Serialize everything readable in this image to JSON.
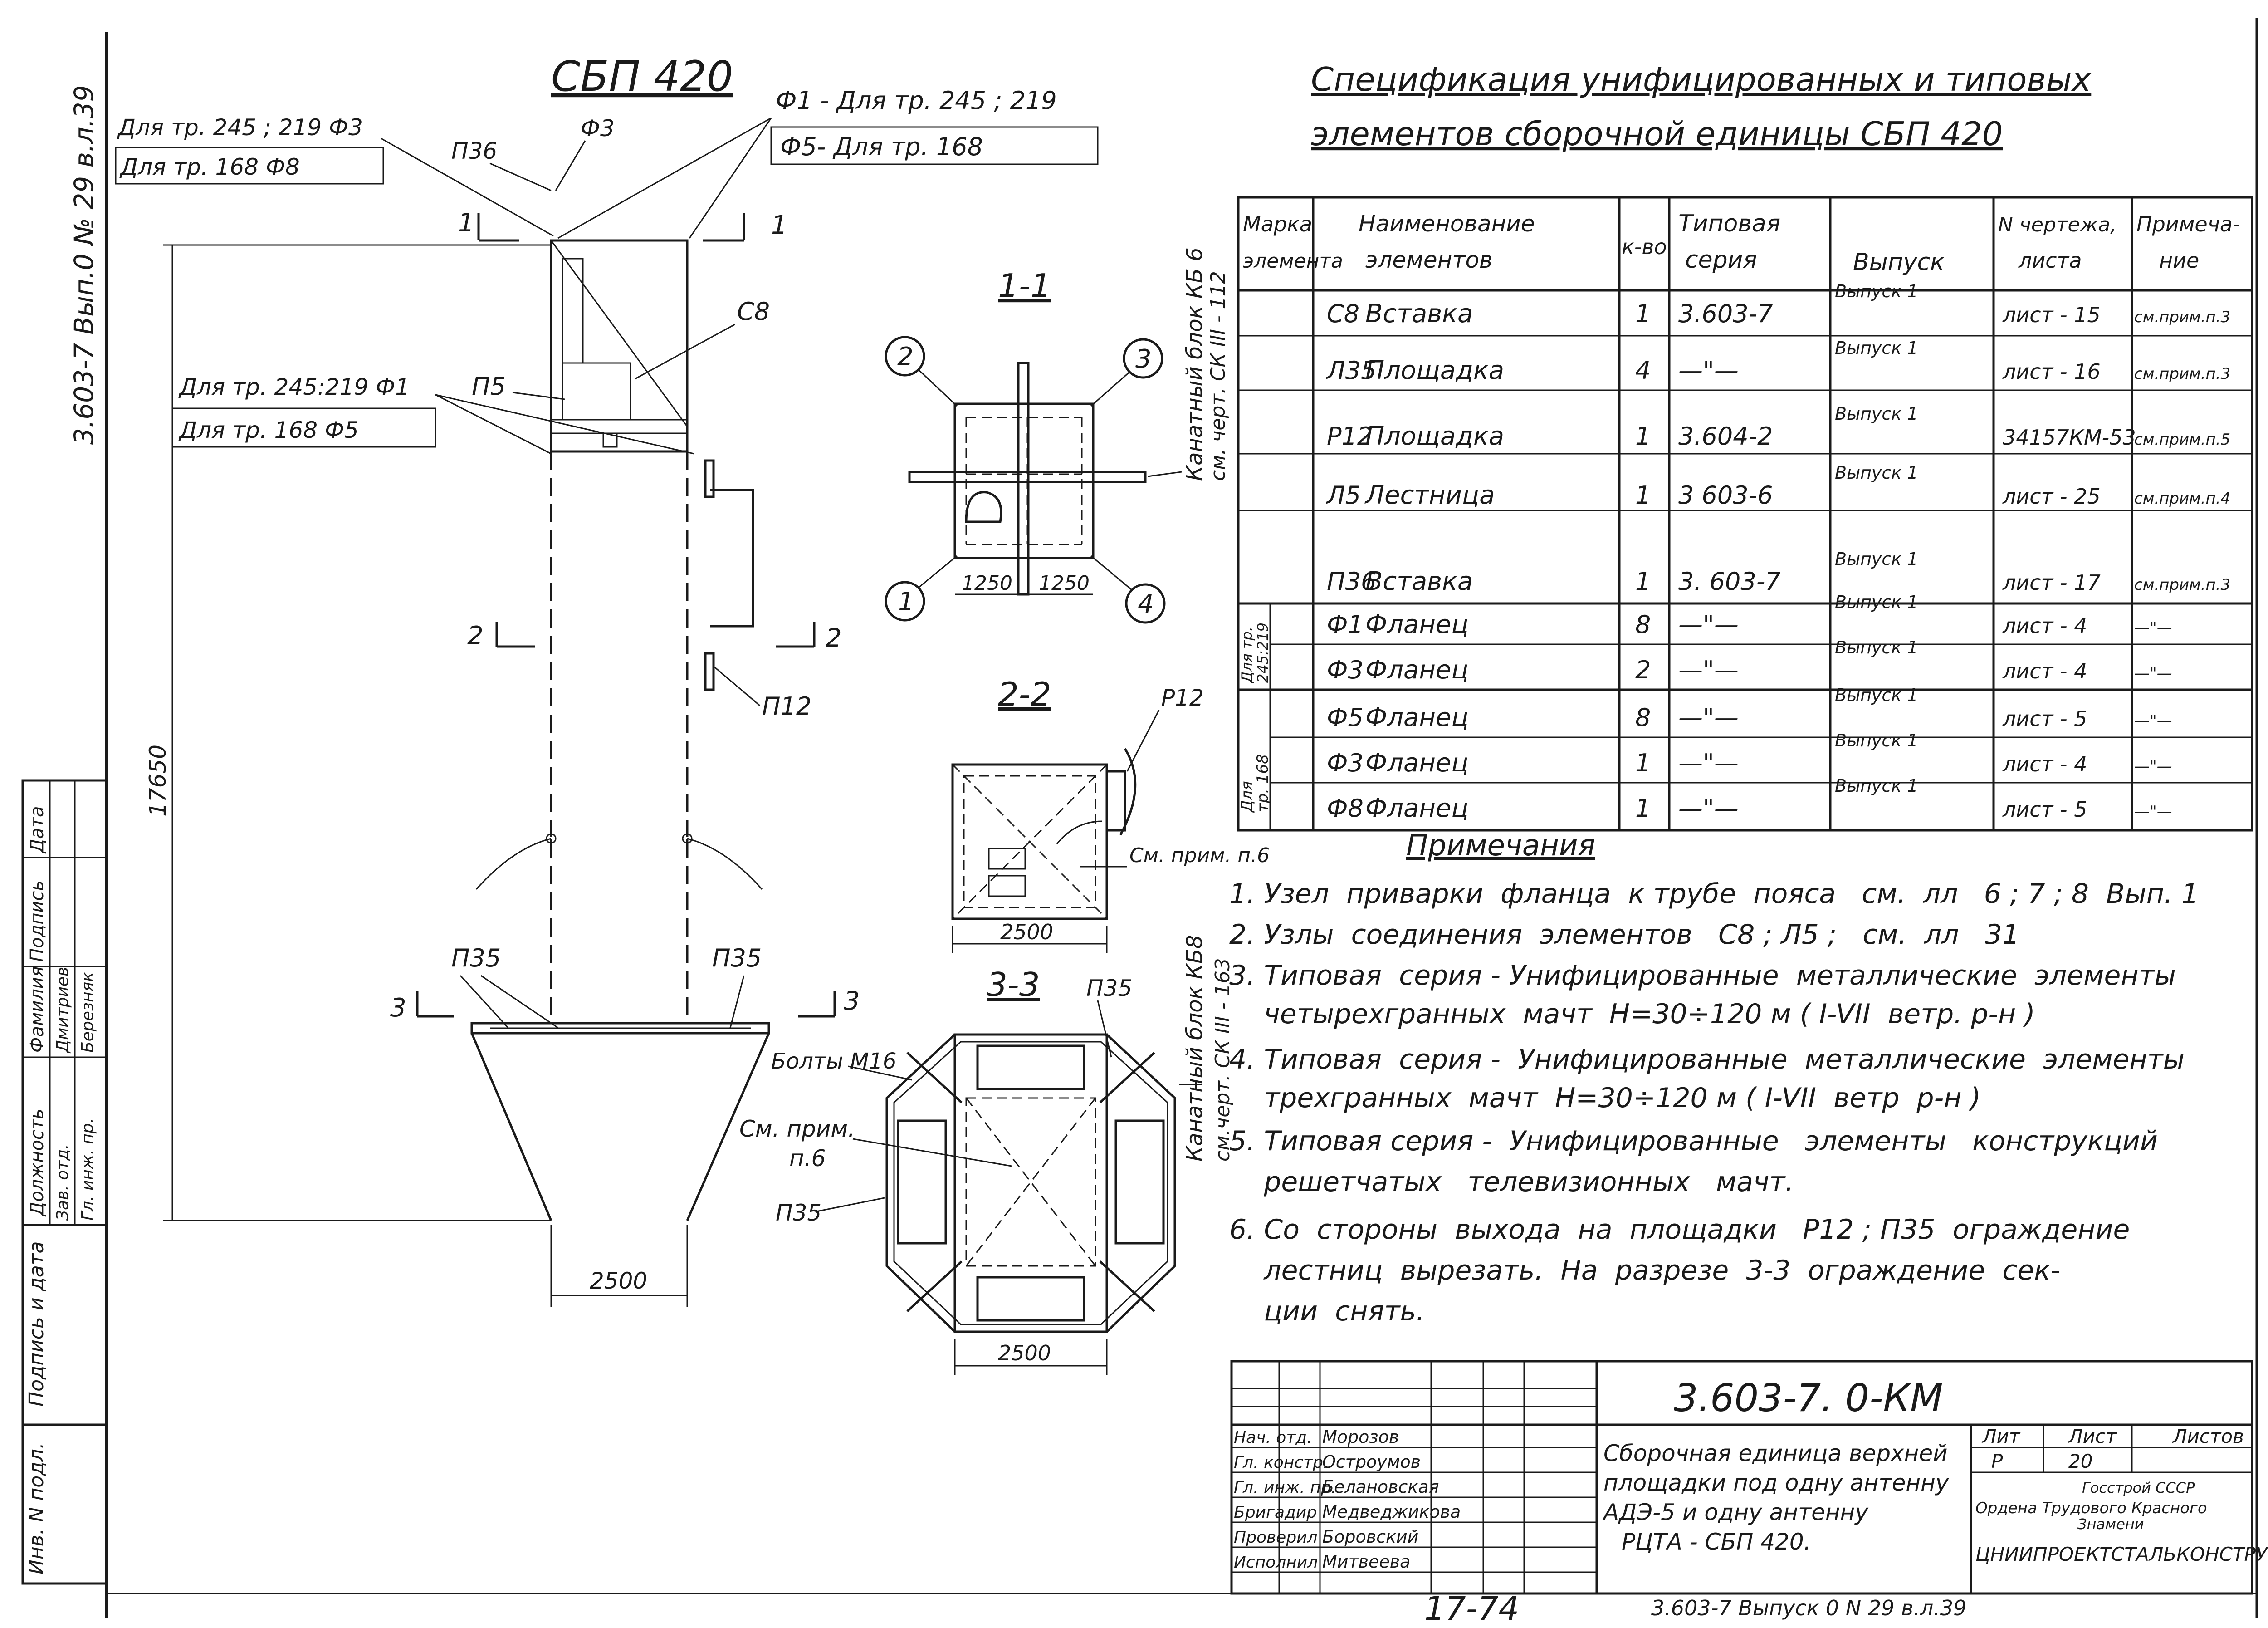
{
  "sheet": {
    "code_vertical": "3.603-7  Вып.0  № 29  в.л.39",
    "main_title": "СБП 420"
  },
  "elevation": {
    "labels": {
      "f3_for_245": "Для тр. 245 ; 219   Ф3",
      "f8_for_168": "Для тр.  168     Ф8",
      "p36": "П36",
      "f3": "Ф3",
      "f1_for_245": "Ф1 - Для тр. 245 ; 219",
      "f5_for_168": "Ф5- Для тр. 168",
      "c8": "С8",
      "f1_sec": "Для тр. 245:219  Ф1",
      "p5": "П5",
      "f5_sec": "Для тр.  168    Ф5",
      "p12": "П12",
      "p35_left": "П35",
      "p35_right": "П35",
      "height": "17650",
      "width": "2500",
      "cut1_left": "1",
      "cut1_right": "1",
      "cut2_left": "2",
      "cut2_right": "2",
      "cut3_left": "3",
      "cut3_right": "3"
    }
  },
  "sections": {
    "s1": {
      "title": "1-1",
      "dim_left": "1250",
      "dim_right": "1250",
      "callouts": [
        "2",
        "3",
        "1",
        "4"
      ],
      "side_note_1": "Канатный блок КБ 6",
      "side_note_2": "см. черт. СК III - 112"
    },
    "s2": {
      "title": "2-2",
      "p12": "Р12",
      "note": "См. прим. п.6",
      "dim": "2500"
    },
    "s3": {
      "title": "3-3",
      "p35_top": "П35",
      "p35_left": "П35",
      "bolts": "Болты М16",
      "note_1": "См. прим.",
      "note_2": "п.6",
      "dim": "2500",
      "side_note_1": "Канатный блок КБ8",
      "side_note_2": "см.черт. СК III - 163"
    }
  },
  "spec": {
    "title_line1": "Спецификация унифицированных и типовых",
    "title_line2": "элементов  сборочной единицы  СБП 420",
    "headers": {
      "mark": [
        "Марка",
        "элемента"
      ],
      "name": [
        "Наименование",
        "элементов"
      ],
      "qty": "к-во",
      "series": [
        "Типовая",
        "серия"
      ],
      "issue": "Выпуск",
      "sheet": [
        "N чертежа,",
        "листа"
      ],
      "note": [
        "Примеча-",
        "ние"
      ]
    },
    "group_labels": {
      "g245": [
        "Для тр.",
        "245:219"
      ],
      "g168": [
        "Для",
        "тр. 168"
      ]
    },
    "rows": [
      {
        "mark": "С8",
        "name": "Вставка",
        "qty": "1",
        "series": "3.603-7",
        "issue": "Выпуск 1",
        "sheet": "лист - 15",
        "note": "см.прим.п.3"
      },
      {
        "mark": "Л35",
        "name": "Площадка",
        "qty": "4",
        "series": "—\"—",
        "issue": "Выпуск 1",
        "sheet": "лист - 16",
        "note": "см.прим.п.3"
      },
      {
        "mark": "Р12",
        "name": "Площадка",
        "qty": "1",
        "series": "3.604-2",
        "issue": "Выпуск 1",
        "sheet": "34157КМ-53",
        "note": "см.прим.п.5"
      },
      {
        "mark": "Л5",
        "name": "Лестница",
        "qty": "1",
        "series": "3 603-6",
        "issue": "Выпуск 1",
        "sheet": "лист - 25",
        "note": "см.прим.п.4"
      },
      {
        "mark": "П36",
        "name": "Вставка",
        "qty": "1",
        "series": "3. 603-7",
        "issue": "Выпуск 1",
        "sheet": "лист - 17",
        "note": "см.прим.п.3"
      },
      {
        "mark": "Ф1",
        "name": "Фланец",
        "qty": "8",
        "series": "—\"—",
        "issue": "Выпуск 1",
        "sheet": "лист - 4",
        "note": "—\"—"
      },
      {
        "mark": "Ф3",
        "name": "Фланец",
        "qty": "2",
        "series": "—\"—",
        "issue": "Выпуск 1",
        "sheet": "лист - 4",
        "note": "—\"—"
      },
      {
        "mark": "Ф5",
        "name": "Фланец",
        "qty": "8",
        "series": "—\"—",
        "issue": "Выпуск 1",
        "sheet": "лист - 5",
        "note": "—\"—"
      },
      {
        "mark": "Ф3",
        "name": "Фланец",
        "qty": "1",
        "series": "—\"—",
        "issue": "Выпуск 1",
        "sheet": "лист - 4",
        "note": "—\"—"
      },
      {
        "mark": "Ф8",
        "name": "Фланец",
        "qty": "1",
        "series": "—\"—",
        "issue": "Выпуск 1",
        "sheet": "лист - 5",
        "note": "—\"—"
      }
    ]
  },
  "notes": {
    "title": "Примечания",
    "lines": [
      "1. Узел  приварки  фланца  к трубе  пояса   см.  лл   6 ; 7 ; 8  Вып. 1",
      "2. Узлы  соединения  элементов   С8 ; Л5 ;   см.  лл   31",
      "3. Типовая  серия - Унифицированные  металлические  элементы",
      "    четырехгранных  мачт  Н=30÷120 м ( I-VII  ветр. р-н )",
      "4. Типовая  серия -  Унифицированные  металлические  элементы",
      "    трехгранных  мачт  Н=30÷120 м ( I-VII  ветр  р-н )",
      "5. Типовая серия -  Унифицированные   элементы   конструкций",
      "    решетчатых   телевизионных   мачт.",
      "6. Со  стороны  выхода  на  площадки   Р12 ; П35  ограждение",
      "    лестниц  вырезать.  На  разрезе  3-3  ограждение  сек-",
      "    ции  снять."
    ]
  },
  "title_block": {
    "doc_code": "3.603-7. 0-КМ",
    "description": [
      "Сборочная единица верхней",
      "площадки под одну антенну",
      "АДЭ-5 и одну антенну",
      "РЦТА -  СБП 420."
    ],
    "staff": [
      {
        "role": "Нач. отд.",
        "name": "Морозов"
      },
      {
        "role": "Гл. констр.",
        "name": "Остроумов"
      },
      {
        "role": "Гл. инж. пр.",
        "name": "Белановская"
      },
      {
        "role": "Бригадир",
        "name": "Медведжикова"
      },
      {
        "role": "Проверил",
        "name": "Боровский"
      },
      {
        "role": "Исполнил",
        "name": "Митвеева"
      }
    ],
    "lit_header": "Лит",
    "sheet_header": "Лист",
    "sheets_header": "Листов",
    "lit_value": "Р",
    "sheet_value": "20",
    "org_1": "Госстрой СССР",
    "org_2": "Ордена  Трудового  Красного",
    "org_3": "Знамени",
    "org_4": "ЦНИИПРОЕКТСТАЛЬКОНСТРУКЦИЯ",
    "handwritten_number": "17-74",
    "bottom_code": "3.603-7  Выпуск 0   N 29   в.л.39"
  },
  "left_stamp": {
    "cols": [
      "Должность",
      "Фамилия",
      "Подпись",
      "Дата"
    ],
    "row1": [
      "Зав. отд.",
      "Дмитриев"
    ],
    "row2": [
      "Гл. инж. пр.",
      "Березняк"
    ],
    "inv_sign_date": "Подпись и дата",
    "inv_num": "Инв. N подл."
  }
}
